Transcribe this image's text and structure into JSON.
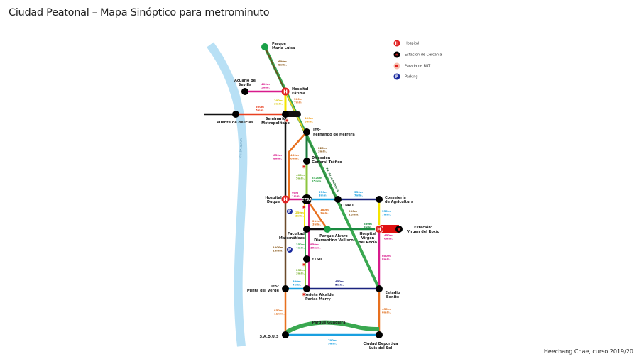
{
  "title": "Ciudad Peatonal – Mapa Sinóptico para metrominuto",
  "footer": "Heechang Chae, curso 2019/20",
  "river": "GUADALQUIVIR",
  "avenue": "Av. de la Palmera",
  "legend": [
    {
      "icon": "hospital-icon",
      "label": "Hospital"
    },
    {
      "icon": "train-station-icon",
      "label": "Estación de Cercanía"
    },
    {
      "icon": "bus-icon",
      "label": "Parada de BRT"
    },
    {
      "icon": "parking-icon",
      "label": "Parking"
    }
  ],
  "stations": {
    "maria_luisa": [
      "Parque",
      "María Luisa"
    ],
    "fatima": [
      "Hospital",
      "Fátima"
    ],
    "acuario": [
      "Acuario de",
      "Sevilla"
    ],
    "delicias": [
      "Puente de delicias"
    ],
    "seminario": [
      "Seminario",
      "Metropolitano"
    ],
    "herrera": [
      "IES:",
      "Fernando de Herrera"
    ],
    "trafico": [
      "Dirección",
      "General Tráfico"
    ],
    "etsa": [
      "ETSA"
    ],
    "duque": [
      "Hospital",
      "Duque"
    ],
    "coaat": [
      "COAAT"
    ],
    "agricultura": [
      "Consejería",
      "de Agricultura"
    ],
    "virgen_h": [
      "Hospital",
      "Virgen",
      "del Rocío"
    ],
    "virgen_e": [
      "Estación:",
      "Virgen del Rocío"
    ],
    "matematicas": [
      "Facultad",
      "Matemáticas"
    ],
    "alvaro": [
      "Parque Alvaro",
      "Diamantino Vellisco"
    ],
    "etsii": [
      "ETSII"
    ],
    "punta": [
      "IES:",
      "Punta del Verde"
    ],
    "glorieta": [
      "Glorieta Alcalde",
      "Parias Merry"
    ],
    "estadio": [
      "Estadio",
      "Benito"
    ],
    "guadaira": [
      "Parque Guadaira"
    ],
    "sadus": [
      "S.A.D.U.S"
    ],
    "deportiva": [
      "Ciudad Deportiva",
      "Luis del Sol"
    ]
  },
  "distances": [
    {
      "d": "600m",
      "t": "8min.",
      "color": "#8a5a1c"
    },
    {
      "d": "400m",
      "t": "5min.",
      "color": "#d81b8c"
    },
    {
      "d": "500m",
      "t": "7min.",
      "color": "#e07020"
    },
    {
      "d": "200m",
      "t": "3min.",
      "color": "#e8d800"
    },
    {
      "d": "500m",
      "t": "6min.",
      "color": "#e84020"
    },
    {
      "d": "400m",
      "t": "5min.",
      "color": "#f0a020"
    },
    {
      "d": "220m",
      "t": "3min.",
      "color": "#8a5a1c"
    },
    {
      "d": "650m",
      "t": "8min.",
      "color": "#d81b8c"
    },
    {
      "d": "450m",
      "t": "6min.",
      "color": "#e07020"
    },
    {
      "d": "400m",
      "t": "5min.",
      "color": "#8cc63f"
    },
    {
      "d": "3420m",
      "t": "35min.",
      "color": "#3aa850"
    },
    {
      "d": "90m",
      "t": "1min.",
      "color": "#d81b8c"
    },
    {
      "d": "270m",
      "t": "3min.",
      "color": "#1aa0e0"
    },
    {
      "d": "550m",
      "t": "7min.",
      "color": "#1aa0e0"
    },
    {
      "d": "550m",
      "t": "7min.",
      "color": "#1aa0e0"
    },
    {
      "d": "180m",
      "t": "3min.",
      "color": "#e07020"
    },
    {
      "d": "900m",
      "t": "11min.",
      "color": "#8a5a1c"
    },
    {
      "d": "250m",
      "t": "3min.",
      "color": "#e8d800"
    },
    {
      "d": "210m",
      "t": "3min.",
      "color": "#e07020"
    },
    {
      "d": "650m",
      "t": "8min.",
      "color": "#1a8a40"
    },
    {
      "d": "450m",
      "t": "6min.",
      "color": "#d81b8c"
    },
    {
      "d": "600m",
      "t": "8min.",
      "color": "#d81b8c"
    },
    {
      "d": "1000m",
      "t": "13min.",
      "color": "#8a5a1c"
    },
    {
      "d": "350m",
      "t": "4min.",
      "color": "#3aa850"
    },
    {
      "d": "850m",
      "t": "10min.",
      "color": "#d81b8c"
    },
    {
      "d": "250m",
      "t": "3min.",
      "color": "#8cc63f"
    },
    {
      "d": "300m",
      "t": "4min.",
      "color": "#1aa0e0"
    },
    {
      "d": "450m",
      "t": "5min.",
      "color": "#1a237e"
    },
    {
      "d": "850m",
      "t": "11min.",
      "color": "#e07020"
    },
    {
      "d": "450m",
      "t": "6min.",
      "color": "#e07020"
    },
    {
      "d": "700m",
      "t": "9min.",
      "color": "#1aa0e0"
    }
  ]
}
